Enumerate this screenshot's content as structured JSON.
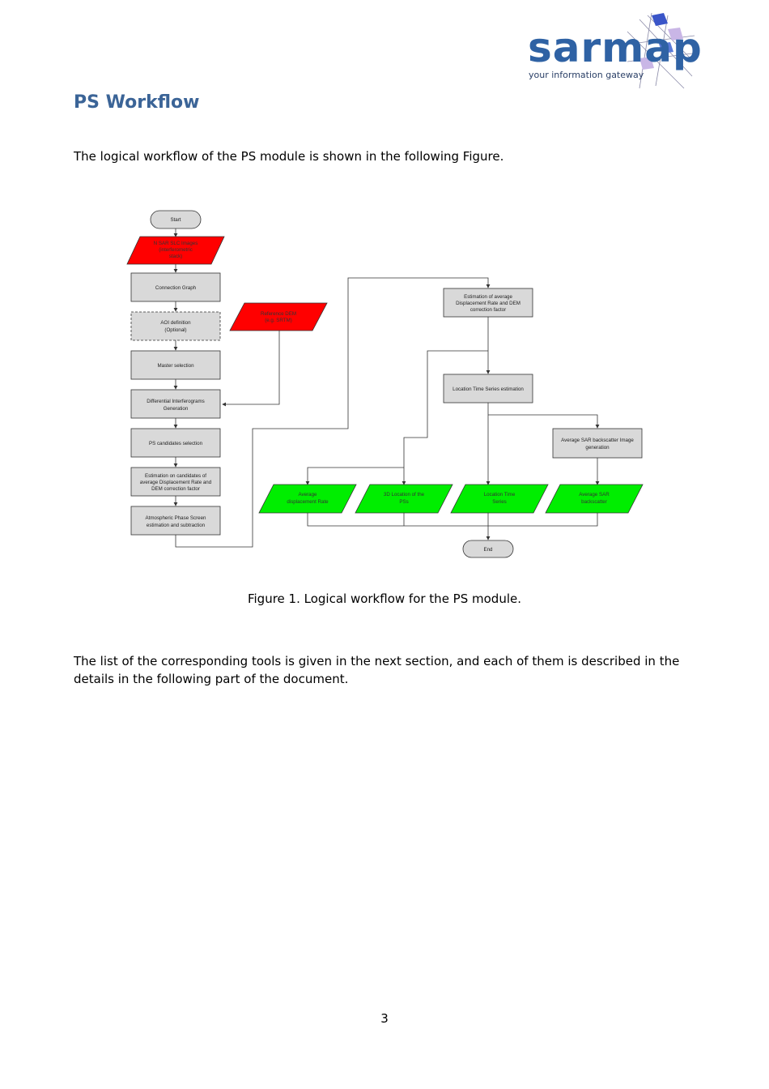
{
  "header": {
    "logo_word": "sarmap",
    "logo_tagline": "your information gateway"
  },
  "page_title": "PS Workflow",
  "intro_text": "The logical workflow of the PS module is shown in the following Figure.",
  "flowchart": {
    "start": "Start",
    "input_images": [
      "N SAR SLC Images",
      "(interferometric",
      "stack)"
    ],
    "connection_graph": "Connection Graph",
    "aoi_definition": [
      "AOI definition",
      "(Optional)"
    ],
    "reference_dem": [
      "Reference DEM",
      "(e.g. SRTM)"
    ],
    "master_selection": "Master selection",
    "diff_interferograms": [
      "Differential Interferograms",
      "Generation"
    ],
    "ps_candidates": "PS candidates selection",
    "estimation_candidates": [
      "Estimation on candidates of",
      "average Displacement Rate and",
      "DEM correction factor"
    ],
    "atmospheric": [
      "Atmospheric Phase Screen",
      "estimation and subtraction"
    ],
    "estimation_average": [
      "Estimation of average",
      "Displacement Rate and DEM",
      "correction factor"
    ],
    "location_ts_estimation": "Location Time Series estimation",
    "backscatter_generation": [
      "Average SAR backscatter Image",
      "generation"
    ],
    "out_avg_displacement": [
      "Average",
      "displacement Rate"
    ],
    "out_3d_location": [
      "3D Location of the",
      "PSs"
    ],
    "out_location_ts": [
      "Location Time",
      "Series"
    ],
    "out_avg_backscatter": [
      "Average SAR",
      "backscatter"
    ],
    "end": "End",
    "colors": {
      "process_fill": "#d9d9d9",
      "input_fill": "#ff0000",
      "output_fill": "#00ee00",
      "line": "#333333"
    }
  },
  "caption": "Figure 1. Logical workflow for the PS module.",
  "closing_text": "The list of the corresponding tools is given in the next section, and each of them is described in the details in the following part of the document.",
  "page_number": "3"
}
